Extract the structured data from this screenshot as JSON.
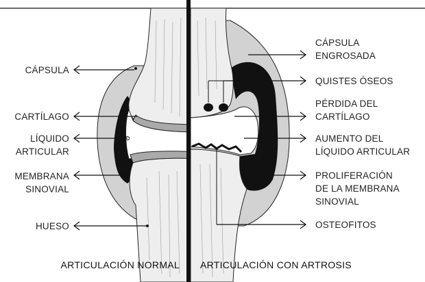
{
  "colors": {
    "bone": "#eeeeee",
    "capsule": "#d2d2d2",
    "ink": "#111111",
    "background": "#ffffff"
  },
  "left_labels": {
    "capsula": "CÁPSULA",
    "cartilago": "CARTÍLAGO",
    "liquido": "LÍQUIDO\nARTICULAR",
    "membrana": "MEMBRANA\nSINOVIAL",
    "hueso": "HUESO"
  },
  "right_labels": {
    "capsula_engrosada": "CÁPSULA\nENGROSADA",
    "quistes": "QUISTES ÓSEOS",
    "perdida": "PÉRDIDA DEL\nCARTÍLAGO",
    "aumento": "AUMENTO DEL\nLÍQUIDO ARTICULAR",
    "proliferacion": "PROLIFERACIÓN\nDE LA MEMBRANA\nSINOVIAL",
    "osteofitos": "OSTEOFITOS"
  },
  "captions": {
    "left": "ARTICULACIÓN NORMAL",
    "right": "ARTICULACIÓN CON ARTROSIS"
  }
}
